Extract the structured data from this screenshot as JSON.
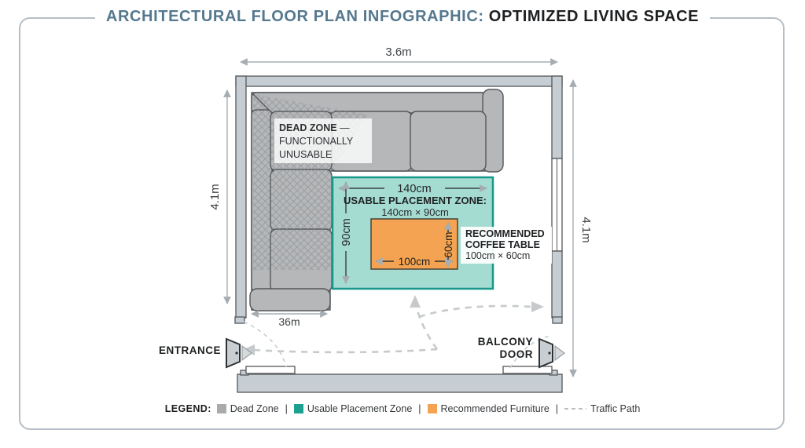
{
  "title": {
    "prefix": "ARCHITECTURAL FLOOR PLAN INFOGRAPHIC: ",
    "emphasis": "OPTIMIZED LIVING SPACE"
  },
  "dimensions": {
    "room_width_top": "3.6m",
    "room_height_left": "4.1m",
    "room_height_right": "4.1m",
    "sofa_width_bottom": "36m"
  },
  "dead_zone": {
    "line1_bold": "DEAD ZONE",
    "line1_rest": " —",
    "line2": "FUNCTIONALLY",
    "line3": "UNUSABLE"
  },
  "usable_zone": {
    "title": "USABLE PLACEMENT ZONE:",
    "size": "140cm × 90cm",
    "width_label": "140cm",
    "height_label": "90cm"
  },
  "coffee_table": {
    "line1": "RECOMMENDED",
    "line2": "COFFEE TABLE",
    "size": "100cm × 60cm",
    "width_label": "100cm",
    "height_label": "60cm"
  },
  "doors": {
    "entrance": "ENTRANCE",
    "balcony_line1": "BALCONY",
    "balcony_line2": "DOOR"
  },
  "legend": {
    "label": "LEGEND:",
    "separator": "|",
    "items": [
      {
        "label": "Dead Zone"
      },
      {
        "label": "Usable Placement Zone"
      },
      {
        "label": "Recommended Furniture"
      },
      {
        "label": "Traffic Path"
      }
    ]
  },
  "colors": {
    "accent": "#54788e",
    "wall": "#c6ced4",
    "sofa": "#b5b7b9",
    "dead_zone_swatch": "#a8aaac",
    "usable_fill": "#a5dcd1",
    "usable_border": "#17988a",
    "legend_usable": "#1ba092",
    "furniture": "#f3a351",
    "furniture_border": "#4a4338",
    "traffic": "#c6cacc",
    "dimension": "#a6adb2"
  }
}
